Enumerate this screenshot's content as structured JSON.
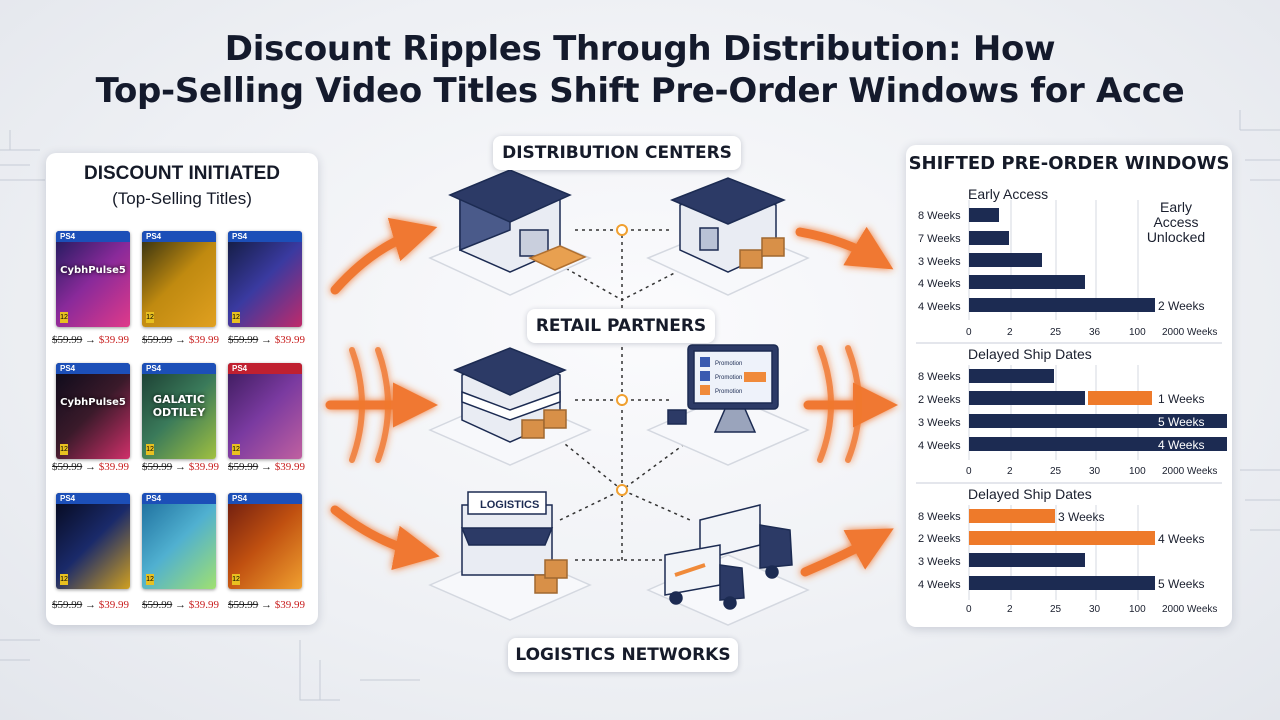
{
  "title_line1": "Discount Ripples Through Distribution: How",
  "title_line2": "Top-Selling Video Titles Shift Pre-Order Windows for Acce",
  "left_panel": {
    "title": "DISCOUNT INITIATED",
    "subtitle": "(Top-Selling Titles)",
    "platform": "PS4",
    "games": [
      {
        "name": "CybhPulse5",
        "color": "#6a2a8a"
      },
      {
        "name": "",
        "color": "#b07a10"
      },
      {
        "name": "",
        "color": "#2a3a8a"
      },
      {
        "name": "CybhPulse5",
        "color": "#3a1a2a"
      },
      {
        "name": "GALATIC ODTILEY",
        "color": "#2a5a4a"
      },
      {
        "name": "",
        "color": "#5a2a7a"
      },
      {
        "name": "",
        "color": "#0a1a4a"
      },
      {
        "name": "",
        "color": "#2a8aa0"
      },
      {
        "name": "",
        "color": "#b05010"
      }
    ],
    "price_old": "$59.99",
    "price_arrow": "→",
    "price_new": "$39.99"
  },
  "labels": {
    "distribution": "DISTRIBUTION CENTERS",
    "retail": "RETAIL PARTNERS",
    "logistics": "LOGISTICS NETWORKS"
  },
  "retail_screen_text": [
    "Promotion",
    "Promotion",
    "Promotion"
  ],
  "logistics_sign": "LOGISTICS",
  "right_panel": {
    "title": "SHIFTED PRE-ORDER WINDOWS",
    "charts": [
      {
        "subtitle": "Early Access",
        "note_line1": "Early Access",
        "note_line2": "Unlocked",
        "rows": [
          "8 Weeks",
          "7 Weeks",
          "3 Weeks",
          "4 Weeks",
          "4 Weeks"
        ],
        "ticks": [
          "0",
          "2",
          "25",
          "36",
          "100",
          "2000 Weeks"
        ],
        "bar_label": "2 Weeks"
      },
      {
        "subtitle": "Delayed Ship Dates",
        "rows": [
          "8 Weeks",
          "2 Weeks",
          "3 Weeks",
          "4 Weeks"
        ],
        "ticks": [
          "0",
          "2",
          "25",
          "30",
          "100",
          "2000 Weeks"
        ],
        "bar_labels": [
          "1 Weeks",
          "5 Weeks",
          "4 Weeks"
        ]
      },
      {
        "subtitle": "Delayed Ship Dates",
        "rows": [
          "8 Weeks",
          "2 Weeks",
          "3 Weeks",
          "4 Weeks"
        ],
        "ticks": [
          "0",
          "2",
          "25",
          "30",
          "100",
          "2000 Weeks"
        ],
        "bar_labels": [
          "3 Weeks",
          "4 Weeks",
          "5 Weeks"
        ]
      }
    ]
  },
  "colors": {
    "navy": "#1c2b52",
    "orange": "#ee7a2a",
    "arrow_glow": "#ffb37a"
  }
}
